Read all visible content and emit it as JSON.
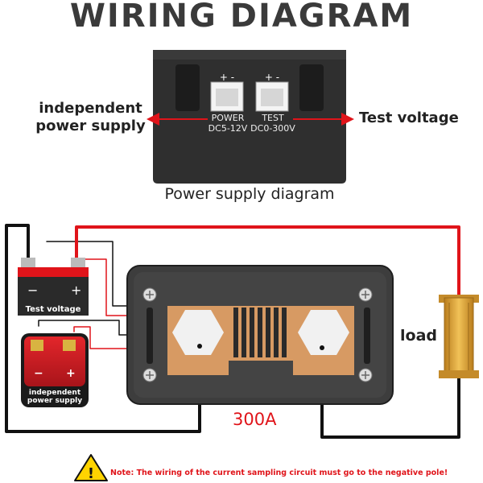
{
  "title": "WIRING DIAGRAM",
  "labels": {
    "independent_power_left_1": "independent",
    "independent_power_left_2": "power supply",
    "test_voltage_right": "Test voltage",
    "power_supply_diagram": "Power supply diagram",
    "load": "load",
    "current": "300A"
  },
  "terminals": {
    "power": {
      "polarity": "+ -",
      "name": "POWER",
      "range": "DC5-12V"
    },
    "test": {
      "polarity": "+ -",
      "name": "TEST",
      "range": "DC0-300V"
    }
  },
  "battery_test": {
    "minus": "−",
    "plus": "+",
    "label": "Test voltage"
  },
  "battery_independent": {
    "minus": "−",
    "plus": "+",
    "label_1": "independent",
    "label_2": "power supply"
  },
  "warning": {
    "symbol": "!",
    "text": "Note: The wiring of the current sampling circuit must go to the negative pole!"
  },
  "colors": {
    "wire_positive": "#e0141a",
    "wire_negative": "#111111",
    "shunt_copper": "#d79a63",
    "load_gold": "#e3a535",
    "warning_yellow": "#ffd400"
  }
}
